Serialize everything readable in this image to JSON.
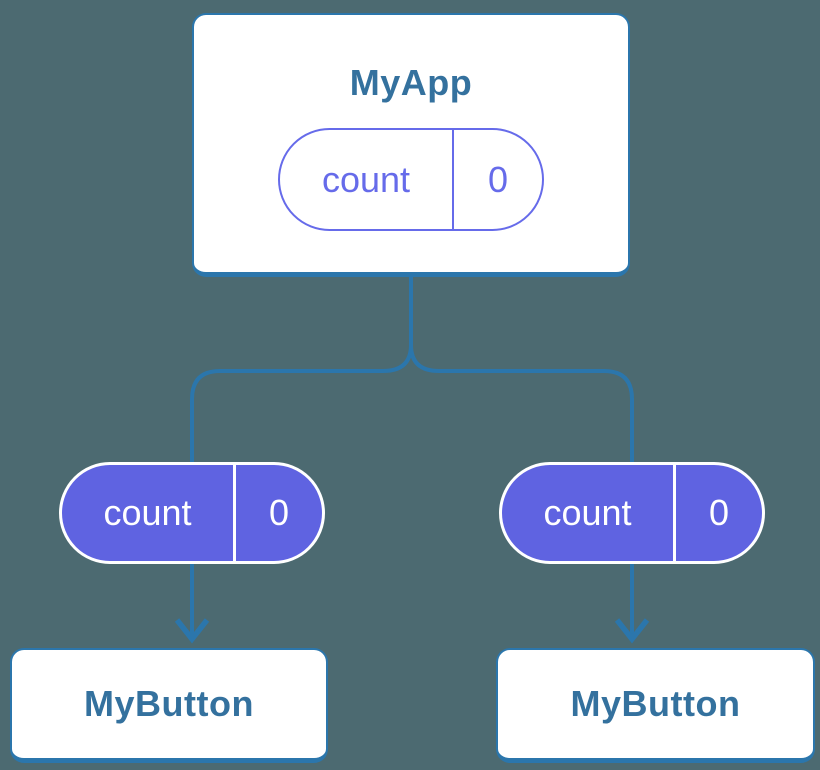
{
  "diagram": {
    "root": {
      "title": "MyApp",
      "state": {
        "name": "count",
        "value": "0"
      }
    },
    "props": {
      "left": {
        "name": "count",
        "value": "0"
      },
      "right": {
        "name": "count",
        "value": "0"
      }
    },
    "children": {
      "left": {
        "title": "MyButton"
      },
      "right": {
        "title": "MyButton"
      }
    }
  },
  "colors": {
    "background": "#4c6a71",
    "connector_blue": "#2b76ac",
    "title_blue": "#34719e",
    "purple_outline": "#666bea",
    "purple_fill": "#5f63e1",
    "card_fill": "#ffffff"
  }
}
